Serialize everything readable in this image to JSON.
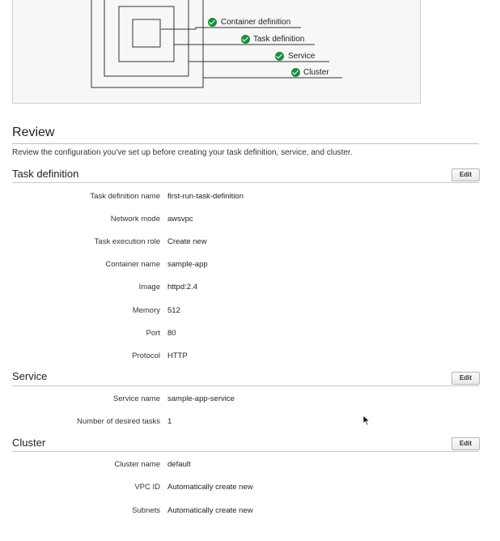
{
  "diagram": {
    "legend": [
      {
        "label": "Container definition",
        "icon": "check-circle-icon",
        "color": "#1e8b3e"
      },
      {
        "label": "Task definition",
        "icon": "check-circle-icon",
        "color": "#1e8b3e"
      },
      {
        "label": "Service",
        "icon": "check-circle-icon",
        "color": "#1e8b3e"
      },
      {
        "label": "Cluster",
        "icon": "check-circle-icon",
        "color": "#1e8b3e"
      }
    ]
  },
  "review": {
    "title": "Review",
    "description": "Review the configuration you've set up before creating your task definition, service, and cluster."
  },
  "sections": {
    "task_definition": {
      "title": "Task definition",
      "edit_label": "Edit",
      "rows": [
        {
          "label": "Task definition name",
          "value": "first-run-task-definition"
        },
        {
          "label": "Network mode",
          "value": "awsvpc"
        },
        {
          "label": "Task execution role",
          "value": "Create new"
        },
        {
          "label": "Container name",
          "value": "sample-app"
        },
        {
          "label": "Image",
          "value": "httpd:2.4"
        },
        {
          "label": "Memory",
          "value": "512"
        },
        {
          "label": "Port",
          "value": "80"
        },
        {
          "label": "Protocol",
          "value": "HTTP"
        }
      ]
    },
    "service": {
      "title": "Service",
      "edit_label": "Edit",
      "rows": [
        {
          "label": "Service name",
          "value": "sample-app-service"
        },
        {
          "label": "Number of desired tasks",
          "value": "1"
        }
      ]
    },
    "cluster": {
      "title": "Cluster",
      "edit_label": "Edit",
      "rows": [
        {
          "label": "Cluster name",
          "value": "default"
        },
        {
          "label": "VPC ID",
          "value": "Automatically create new"
        },
        {
          "label": "Subnets",
          "value": "Automatically create new"
        }
      ]
    }
  },
  "colors": {
    "check_green": "#1e8b3e",
    "rule": "#c8c8c8"
  }
}
